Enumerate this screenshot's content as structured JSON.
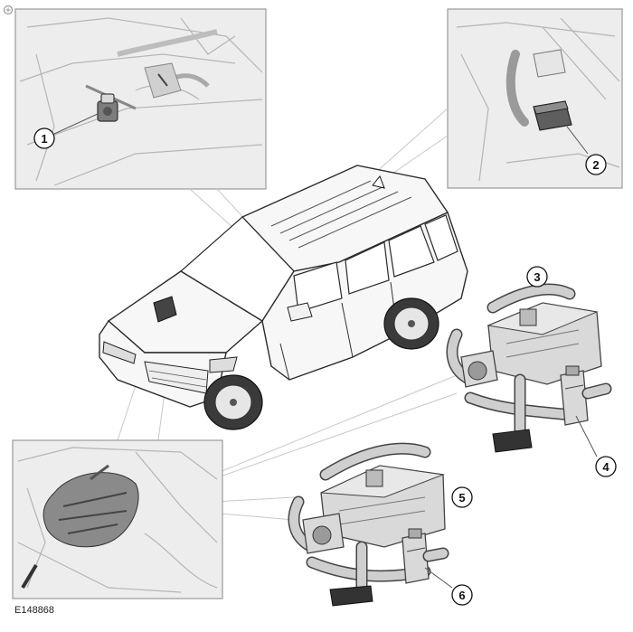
{
  "figure_ref": "E148868",
  "callouts": [
    {
      "num": "1",
      "part": "component-1"
    },
    {
      "num": "2",
      "part": "component-2"
    },
    {
      "num": "3",
      "part": "component-3"
    },
    {
      "num": "4",
      "part": "component-4"
    },
    {
      "num": "5",
      "part": "component-5"
    },
    {
      "num": "6",
      "part": "component-6"
    }
  ],
  "icons": {
    "corner_mark": "zoom-mark-icon"
  }
}
